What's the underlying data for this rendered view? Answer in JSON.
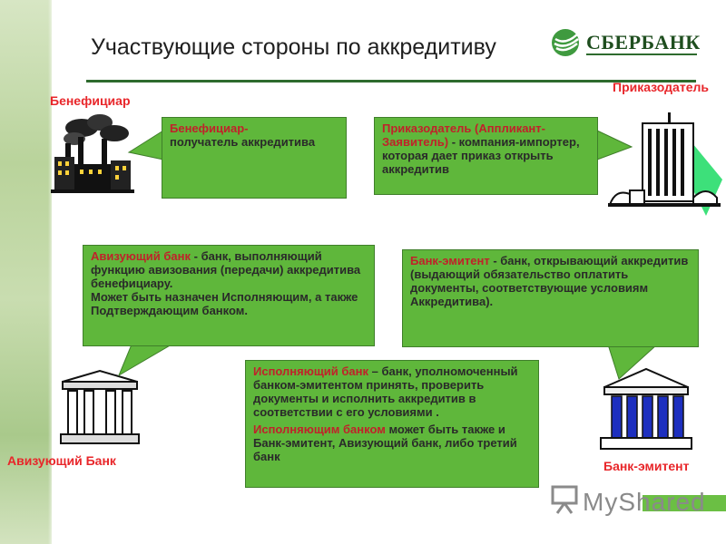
{
  "title": "Участвующие стороны  по аккредитиву",
  "logo_text": "СБЕРБАНК",
  "labels": {
    "beneficiary": "Бенефициар",
    "applicant": "Приказодатель",
    "advising": "Авизующий Банк",
    "issuing": "Банк-эмитент"
  },
  "boxes": {
    "beneficiary": {
      "term": "Бенефициар-",
      "text": "получатель аккредитива"
    },
    "applicant": {
      "term": "Приказодатель (Аппликант- Заявитель)",
      "text": " - компания-импортер, которая дает приказ открыть аккредитив"
    },
    "advising": {
      "term": "Авизующий банк",
      "text": " - банк, выполняющий функцию авизования (передачи) аккредитива бенефициару.",
      "text2": "Может быть назначен Исполняющим, а также Подтверждающим  банком."
    },
    "issuing": {
      "term": "Банк-эмитент",
      "text": " - банк, открывающий аккредитив (выдающий обязательство оплатить документы, соответствующие условиям Аккредитива)."
    },
    "executing": {
      "term": "Исполняющий банк",
      "text": " – банк, уполномоченный банком-эмитентом принять, проверить документы и исполнить аккредитив в соответствии с его условиями .",
      "term2": "Исполняющим банком",
      "text2": " может быть также и Банк-эмитент, Авизующий банк, либо третий банк"
    }
  },
  "watermark": "MyShared",
  "colors": {
    "box_green": "#5fb73b",
    "label_red": "#e8262a",
    "rule_green": "#2e6b2e"
  }
}
